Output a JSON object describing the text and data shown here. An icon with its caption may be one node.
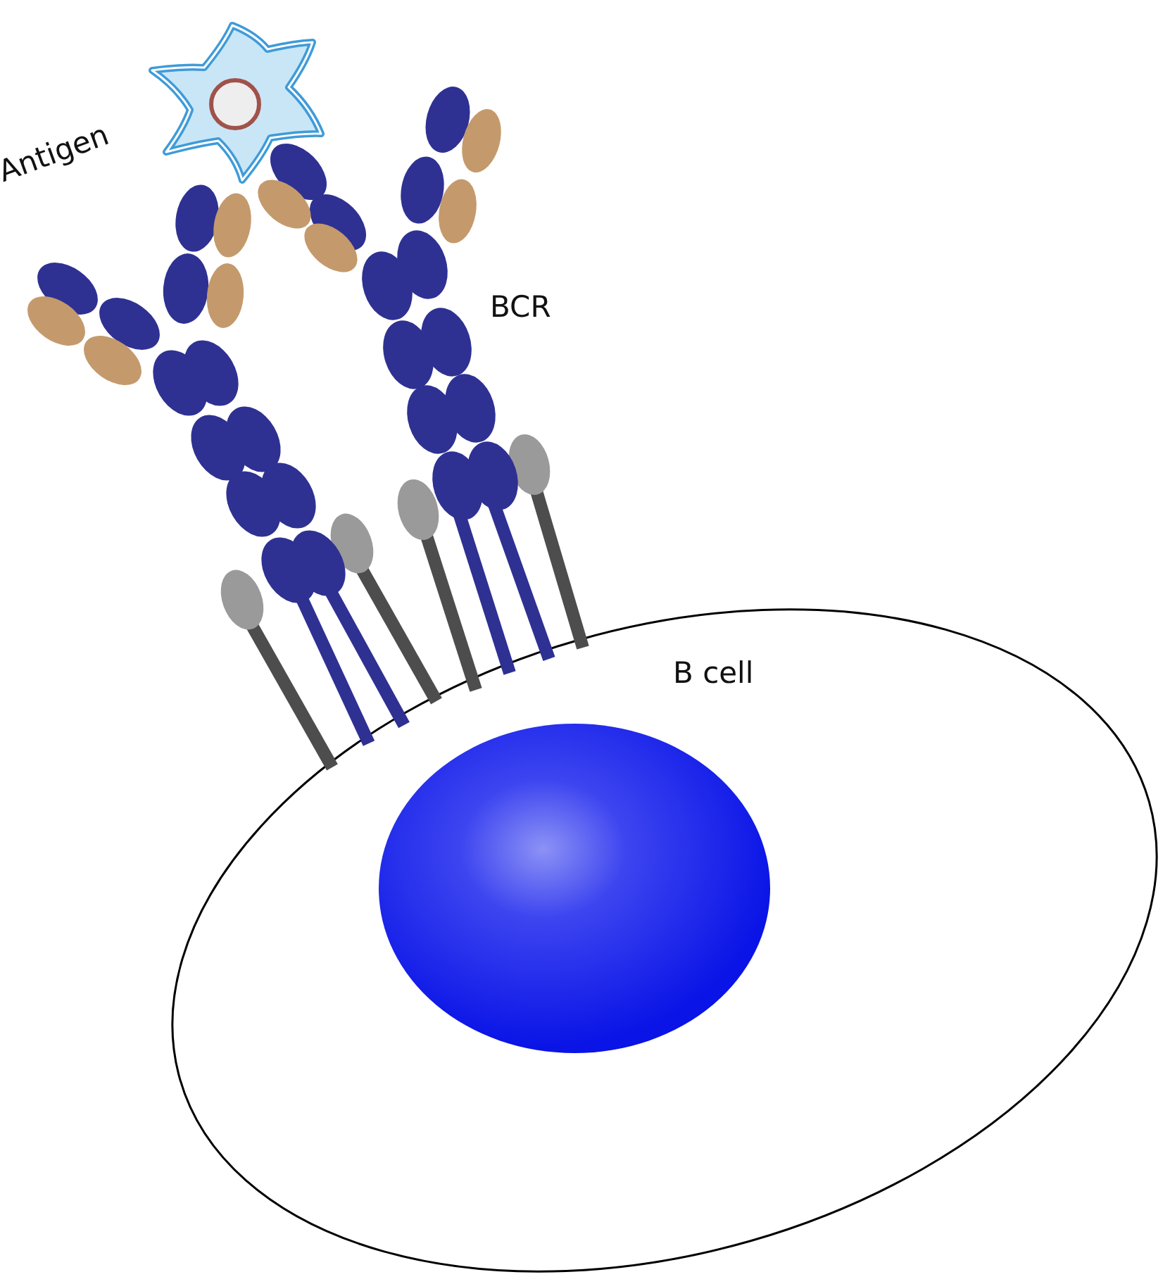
{
  "diagram": {
    "nodes": [
      {
        "text": [
          "B cell"
        ]
      }
    ],
    "labels": [
      "Antigen",
      "BCR"
    ]
  }
}
